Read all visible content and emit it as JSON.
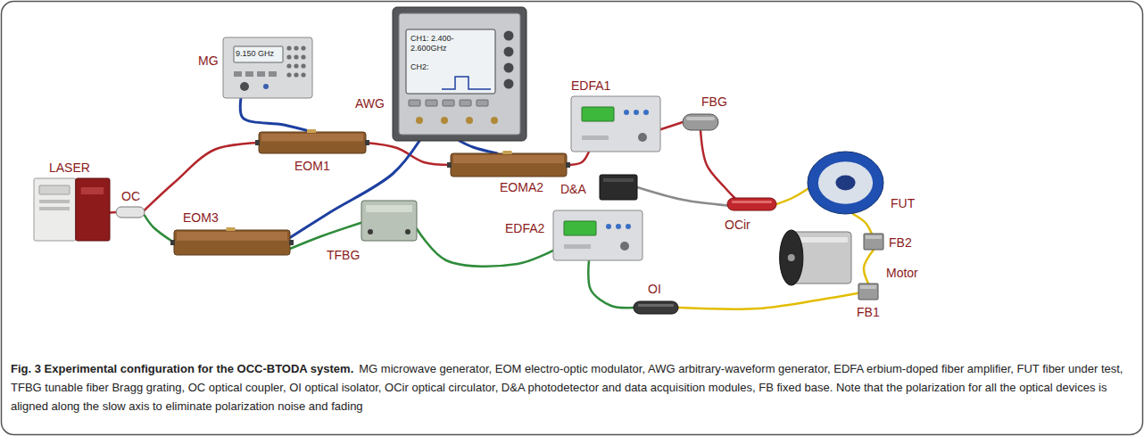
{
  "diagram": {
    "title": "Fig. 3 Experimental configuration for the OCC-BTODA system.",
    "caption": "MG microwave generator, EOM electro-optic modulator, AWG arbitrary-waveform generator, EDFA erbium-doped fiber amplifier, FUT fiber under test, TFBG tunable fiber Bragg grating, OC optical coupler, OI optical isolator, OCir optical circulator, D&A photodetector and data acquisition modules, FB fixed base. Note that the polarization for all the optical devices is aligned along the slow axis to eliminate polarization noise and fading",
    "nodes": [
      {
        "text": [
          "MG",
          "9.150 GHz"
        ]
      },
      {
        "text": [
          "AWG",
          "CH1: 2.400-2.600GHz",
          "CH2:"
        ]
      },
      {
        "text": [
          "LASER"
        ]
      },
      {
        "text": [
          "OC"
        ]
      },
      {
        "text": [
          "EOM1"
        ]
      },
      {
        "text": [
          "EOMA2"
        ]
      },
      {
        "text": [
          "EDFA1"
        ]
      },
      {
        "text": [
          "FBG"
        ]
      },
      {
        "text": [
          "D&A"
        ]
      },
      {
        "text": [
          "OCir"
        ]
      },
      {
        "text": [
          "FUT"
        ]
      },
      {
        "text": [
          "FB2"
        ]
      },
      {
        "text": [
          "Motor"
        ]
      },
      {
        "text": [
          "EOM3"
        ]
      },
      {
        "text": [
          "TFBG"
        ]
      },
      {
        "text": [
          "EDFA2"
        ]
      },
      {
        "text": [
          "OI"
        ]
      },
      {
        "text": [
          "FB1"
        ]
      }
    ],
    "edges": [
      {
        "from": 2,
        "to": 3,
        "arrow": "none"
      },
      {
        "from": 3,
        "to": 4,
        "arrow": "none"
      },
      {
        "from": 3,
        "to": 13,
        "arrow": "none"
      },
      {
        "from": 0,
        "to": 4,
        "arrow": "none"
      },
      {
        "from": 4,
        "to": 5,
        "arrow": "none"
      },
      {
        "from": 1,
        "to": 5,
        "arrow": "none"
      },
      {
        "from": 1,
        "to": 13,
        "arrow": "none"
      },
      {
        "from": 5,
        "to": 6,
        "arrow": "none"
      },
      {
        "from": 6,
        "to": 7,
        "arrow": "none"
      },
      {
        "from": 7,
        "to": 9,
        "arrow": "none"
      },
      {
        "from": 8,
        "to": 9,
        "arrow": "none"
      },
      {
        "from": 9,
        "to": 10,
        "arrow": "none"
      },
      {
        "from": 13,
        "to": 14,
        "arrow": "none"
      },
      {
        "from": 14,
        "to": 15,
        "arrow": "none"
      },
      {
        "from": 15,
        "to": 16,
        "arrow": "none"
      },
      {
        "from": 16,
        "to": 17,
        "arrow": "none"
      },
      {
        "from": 17,
        "to": 11,
        "arrow": "none"
      },
      {
        "from": 11,
        "to": 10,
        "arrow": "none"
      }
    ]
  }
}
